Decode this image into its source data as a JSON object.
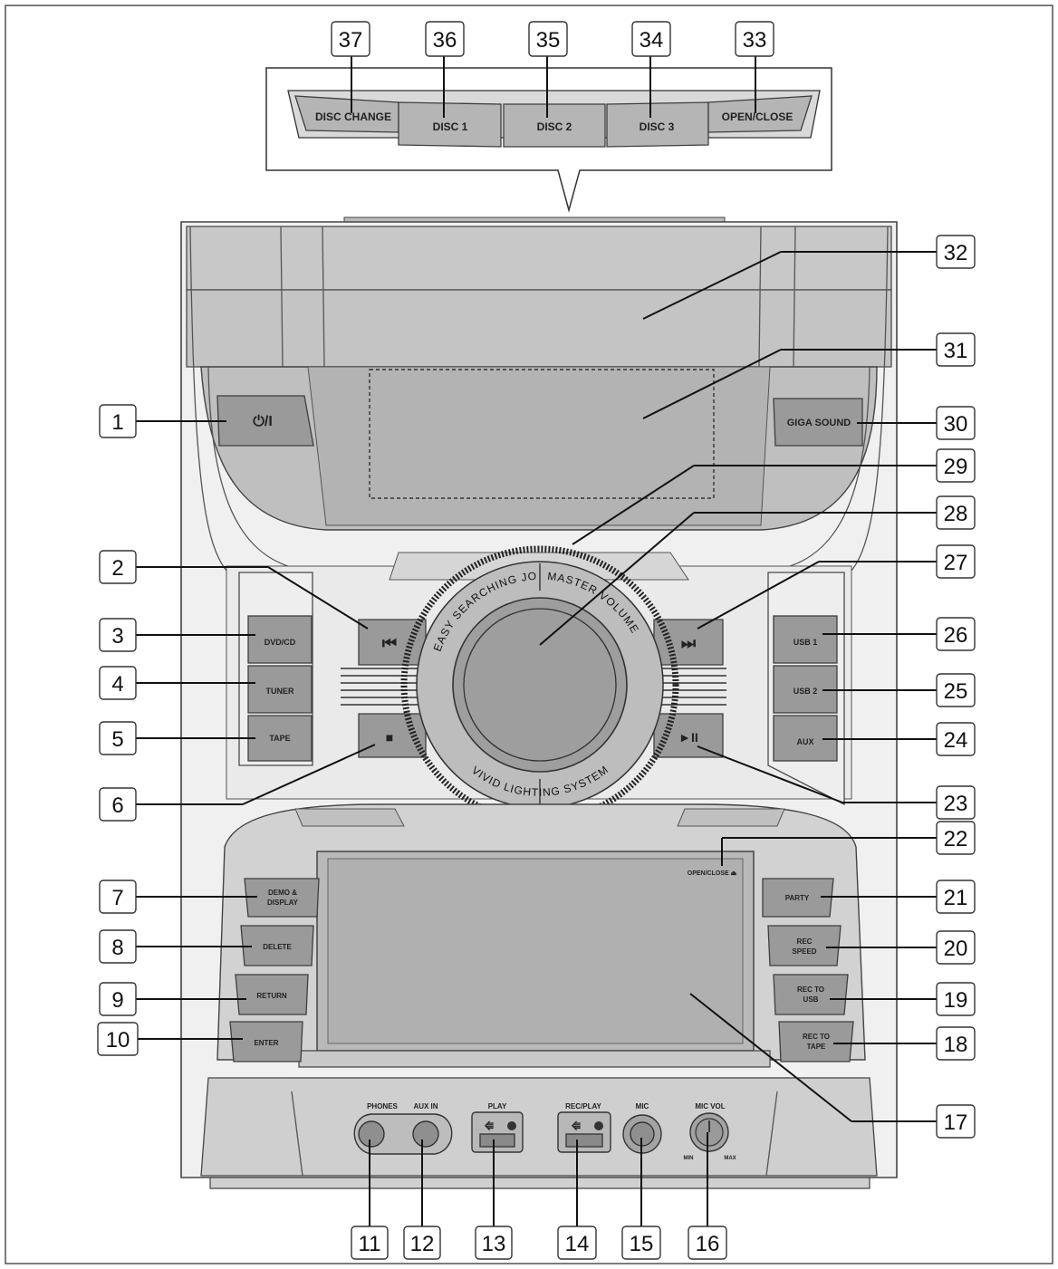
{
  "top_buttons": [
    {
      "id": "disc-change",
      "label": "DISC CHANGE"
    },
    {
      "id": "disc1",
      "label": "DISC 1"
    },
    {
      "id": "disc2",
      "label": "DISC 2"
    },
    {
      "id": "disc3",
      "label": "DISC 3"
    },
    {
      "id": "open-close-top",
      "label": "OPEN/CLOSE"
    }
  ],
  "power_label": "⏻/I",
  "giga_label": "GIGA SOUND",
  "left_buttons": [
    {
      "id": "dvd-cd",
      "label": "DVD/CD"
    },
    {
      "id": "tuner",
      "label": "TUNER"
    },
    {
      "id": "tape",
      "label": "TAPE"
    }
  ],
  "right_buttons": [
    {
      "id": "usb1",
      "label": "USB 1"
    },
    {
      "id": "usb2",
      "label": "USB 2"
    },
    {
      "id": "aux",
      "label": "AUX"
    }
  ],
  "lower_left_buttons": [
    {
      "id": "demo-display",
      "line1": "DEMO &",
      "line2": "DISPLAY"
    },
    {
      "id": "delete",
      "line1": "DELETE",
      "line2": ""
    },
    {
      "id": "return",
      "line1": "RETURN",
      "line2": ""
    },
    {
      "id": "enter",
      "line1": "ENTER",
      "line2": ""
    }
  ],
  "lower_right_buttons": [
    {
      "id": "party",
      "line1": "PARTY",
      "line2": ""
    },
    {
      "id": "rec-speed",
      "line1": "REC",
      "line2": "SPEED"
    },
    {
      "id": "rec-to-usb",
      "line1": "REC TO",
      "line2": "USB"
    },
    {
      "id": "rec-to-tape",
      "line1": "REC TO",
      "line2": "TAPE"
    }
  ],
  "transport": {
    "prev": "⏮",
    "next": "⏭",
    "stop": "■",
    "play_pause": "►II"
  },
  "ring_texts": {
    "top_left": "EASY SEARCHING JOG",
    "top_right": "MASTER VOLUME",
    "bottom": "VIVID LIGHTING SYSTEM"
  },
  "small_open_close": "OPEN/CLOSE ⏏",
  "jack_labels": {
    "phones": "PHONES",
    "aux_in": "AUX IN",
    "play": "PLAY",
    "rec_play": "REC/PLAY",
    "mic": "MIC",
    "mic_vol": "MIC VOL",
    "min": "MIN",
    "max": "MAX"
  },
  "callouts": [
    "1",
    "2",
    "3",
    "4",
    "5",
    "6",
    "7",
    "8",
    "9",
    "10",
    "11",
    "12",
    "13",
    "14",
    "15",
    "16",
    "17",
    "18",
    "19",
    "20",
    "21",
    "22",
    "23",
    "24",
    "25",
    "26",
    "27",
    "28",
    "29",
    "30",
    "31",
    "32",
    "33",
    "34",
    "35",
    "36",
    "37"
  ]
}
